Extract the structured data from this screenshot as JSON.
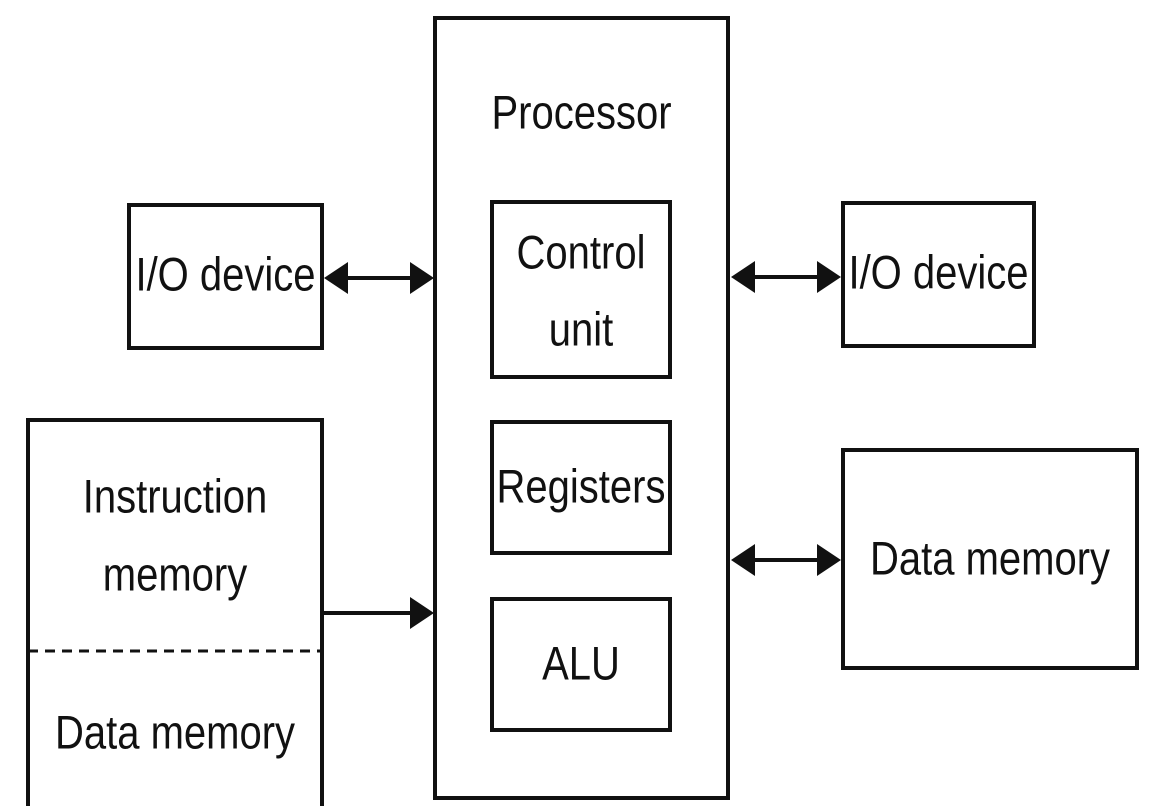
{
  "processor": {
    "title": "Processor",
    "control_unit_line1": "Control",
    "control_unit_line2": "unit",
    "registers": "Registers",
    "alu": "ALU"
  },
  "left_io": {
    "label": "I/O device"
  },
  "right_io": {
    "label": "I/O device"
  },
  "left_memory": {
    "instruction_line1": "Instruction",
    "instruction_line2": "memory",
    "data": "Data memory"
  },
  "right_memory": {
    "label": "Data memory"
  },
  "colors": {
    "stroke": "#111111",
    "background": "#ffffff"
  }
}
